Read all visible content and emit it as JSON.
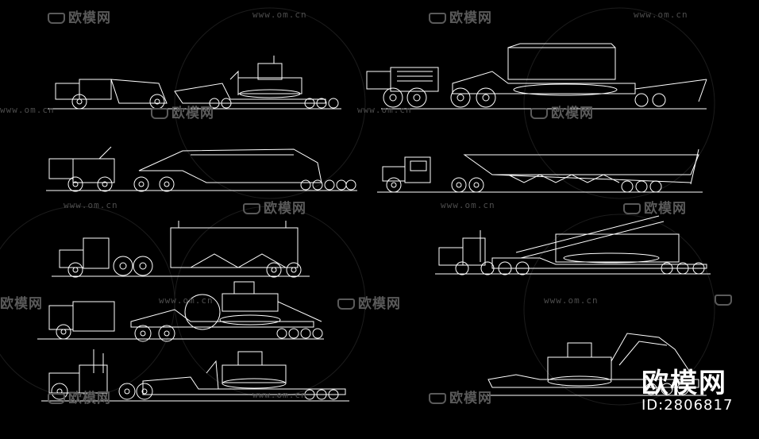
{
  "watermarks": {
    "brand": "欧模网",
    "url": "www.om.cn"
  },
  "brand_mark": {
    "name": "欧模网",
    "id_label": "ID:2806817"
  },
  "colors": {
    "background": "#000000",
    "line": "#ffffff",
    "watermark": "#5a5a5a"
  },
  "drawings": [
    {
      "name": "scraper-truck-and-dozer-lowboy"
    },
    {
      "name": "tank-tractor-lowboy"
    },
    {
      "name": "tanker-trailer-rig"
    },
    {
      "name": "boat-hull-trailer-rig"
    },
    {
      "name": "bulk-silo-trailer-rig"
    },
    {
      "name": "conveyor-crawler-lowboy"
    },
    {
      "name": "trencher-lowboy"
    },
    {
      "name": "bulldozer-lowboy"
    },
    {
      "name": "excavator-lowboy"
    }
  ]
}
